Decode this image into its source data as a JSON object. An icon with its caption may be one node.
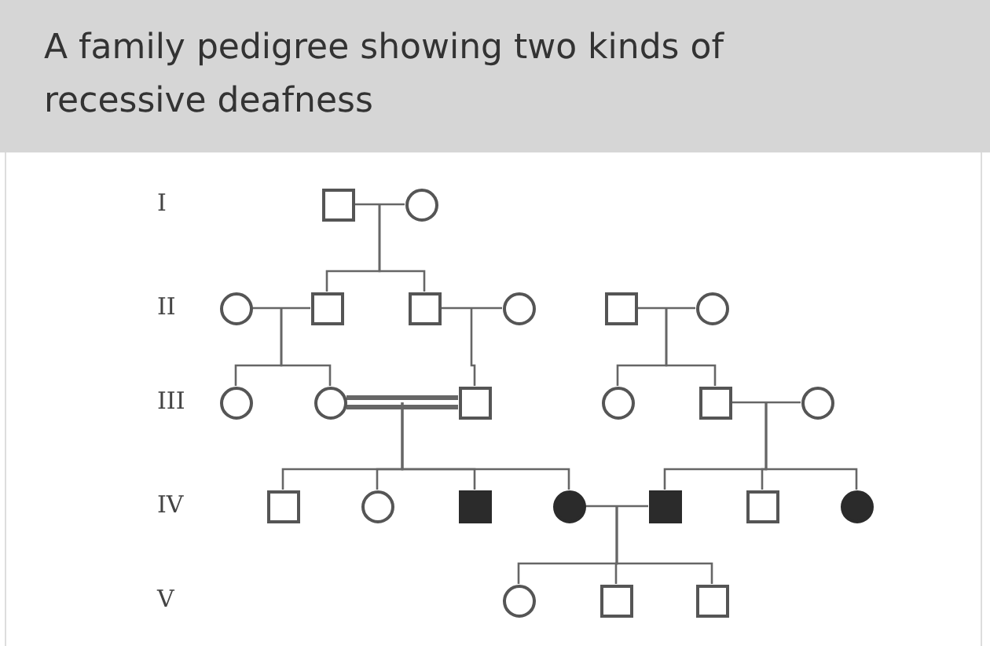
{
  "diagram": {
    "title": "A family pedigree showing two kinds of recessive deafness",
    "nodes": [
      {
        "text": [],
        "shape": "box"
      },
      {
        "text": [],
        "shape": "circle"
      },
      {
        "text": [],
        "shape": "circle"
      },
      {
        "text": [],
        "shape": "box"
      },
      {
        "text": [],
        "shape": "box"
      },
      {
        "text": [],
        "shape": "circle"
      },
      {
        "text": [],
        "shape": "box"
      },
      {
        "text": [],
        "shape": "circle"
      },
      {
        "text": [],
        "shape": "circle"
      },
      {
        "text": [],
        "shape": "circle"
      },
      {
        "text": [],
        "shape": "box"
      },
      {
        "text": [],
        "shape": "circle"
      },
      {
        "text": [],
        "shape": "box"
      },
      {
        "text": [],
        "shape": "circle"
      },
      {
        "text": [],
        "shape": "box"
      },
      {
        "text": [],
        "shape": "circle"
      },
      {
        "text": [],
        "shape": "block"
      },
      {
        "text": [],
        "shape": "disc"
      },
      {
        "text": [],
        "shape": "block"
      },
      {
        "text": [],
        "shape": "box"
      },
      {
        "text": [],
        "shape": "disc"
      },
      {
        "text": [],
        "shape": "circle"
      },
      {
        "text": [],
        "shape": "box"
      },
      {
        "text": [],
        "shape": "box"
      }
    ],
    "edges": [
      {
        "from": 0,
        "to": 1,
        "arrow": "none"
      },
      {
        "from": 0,
        "to": 3,
        "arrow": "none"
      },
      {
        "from": 1,
        "to": 3,
        "arrow": "none"
      },
      {
        "from": 0,
        "to": 4,
        "arrow": "none"
      },
      {
        "from": 1,
        "to": 4,
        "arrow": "none"
      },
      {
        "from": 2,
        "to": 3,
        "arrow": "none"
      },
      {
        "from": 2,
        "to": 8,
        "arrow": "none"
      },
      {
        "from": 3,
        "to": 8,
        "arrow": "none"
      },
      {
        "from": 2,
        "to": 9,
        "arrow": "none"
      },
      {
        "from": 3,
        "to": 9,
        "arrow": "none"
      },
      {
        "from": 4,
        "to": 5,
        "arrow": "none"
      },
      {
        "from": 4,
        "to": 10,
        "arrow": "none"
      },
      {
        "from": 5,
        "to": 10,
        "arrow": "none"
      },
      {
        "from": 6,
        "to": 7,
        "arrow": "none"
      },
      {
        "from": 6,
        "to": 11,
        "arrow": "none"
      },
      {
        "from": 7,
        "to": 11,
        "arrow": "none"
      },
      {
        "from": 6,
        "to": 12,
        "arrow": "none"
      },
      {
        "from": 7,
        "to": 12,
        "arrow": "none"
      },
      {
        "from": 9,
        "to": 10,
        "arrow": "none",
        "style": "thick"
      },
      {
        "from": 9,
        "to": 14,
        "arrow": "none"
      },
      {
        "from": 10,
        "to": 14,
        "arrow": "none"
      },
      {
        "from": 9,
        "to": 15,
        "arrow": "none"
      },
      {
        "from": 10,
        "to": 15,
        "arrow": "none"
      },
      {
        "from": 9,
        "to": 16,
        "arrow": "none"
      },
      {
        "from": 10,
        "to": 16,
        "arrow": "none"
      },
      {
        "from": 9,
        "to": 17,
        "arrow": "none"
      },
      {
        "from": 10,
        "to": 17,
        "arrow": "none"
      },
      {
        "from": 12,
        "to": 13,
        "arrow": "none"
      },
      {
        "from": 12,
        "to": 18,
        "arrow": "none"
      },
      {
        "from": 13,
        "to": 18,
        "arrow": "none"
      },
      {
        "from": 12,
        "to": 19,
        "arrow": "none"
      },
      {
        "from": 13,
        "to": 19,
        "arrow": "none"
      },
      {
        "from": 12,
        "to": 20,
        "arrow": "none"
      },
      {
        "from": 13,
        "to": 20,
        "arrow": "none"
      },
      {
        "from": 17,
        "to": 18,
        "arrow": "none"
      },
      {
        "from": 17,
        "to": 21,
        "arrow": "none"
      },
      {
        "from": 18,
        "to": 21,
        "arrow": "none"
      },
      {
        "from": 17,
        "to": 22,
        "arrow": "none"
      },
      {
        "from": 18,
        "to": 22,
        "arrow": "none"
      },
      {
        "from": 17,
        "to": 23,
        "arrow": "none"
      },
      {
        "from": 18,
        "to": 23,
        "arrow": "none"
      }
    ],
    "labels": [
      "I",
      "II",
      "III",
      "IV",
      "V"
    ]
  }
}
